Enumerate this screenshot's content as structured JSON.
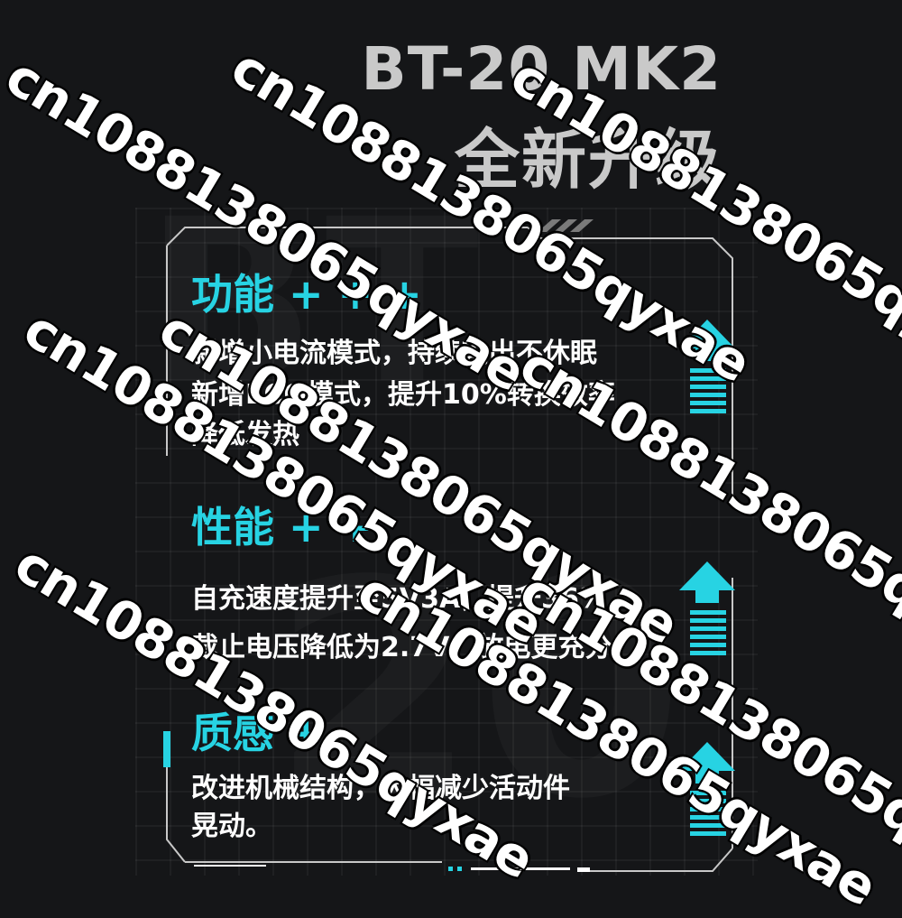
{
  "header": {
    "model": "BT-20 MK2",
    "subtitle": "全新升级"
  },
  "sections": [
    {
      "title": "功能 + + +",
      "lines": [
        "新增小电流模式，持续输出不休眠",
        "新增ECO模式，提升10%转换效率",
        "降低发热"
      ]
    },
    {
      "title": "性能 + +",
      "lines": [
        "自充速度提升至5V3A，提升36%",
        "截止电压降低为2.7V，放电更充分"
      ]
    },
    {
      "title": "质感 +",
      "lines": [
        "改进机械结构，大幅减少活动件",
        "晃动。"
      ]
    }
  ],
  "watermark": "cn1088138065qyxae",
  "colors": {
    "accent": "#27d3e3",
    "background": "#151618",
    "title": "#c9c9c9"
  },
  "icons": [
    "up-arrow-icon",
    "up-arrow-icon",
    "up-arrow-icon"
  ]
}
